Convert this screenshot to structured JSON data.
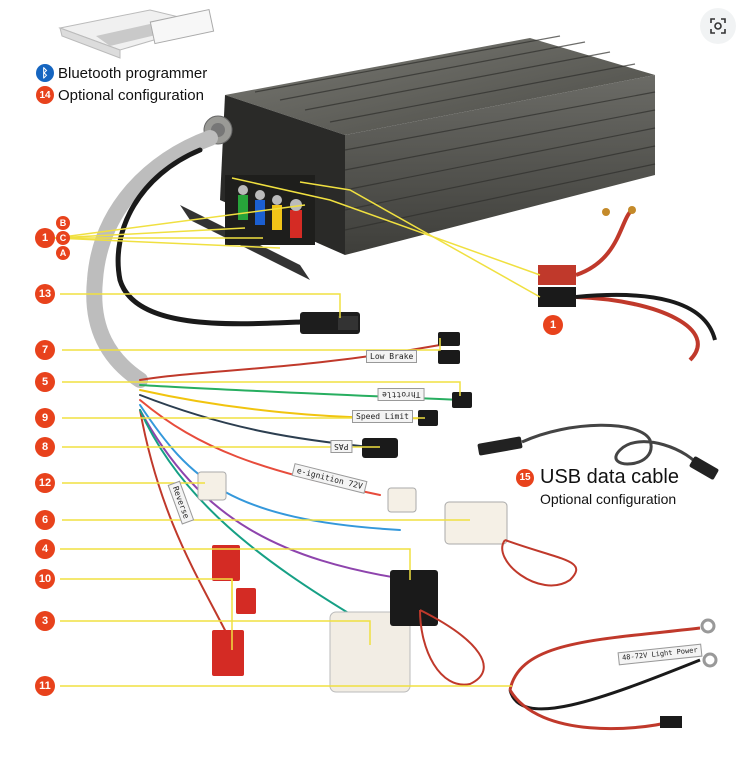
{
  "legend": {
    "bluetooth_label": "Bluetooth programmer",
    "optional_badge": "14",
    "optional_label": "Optional configuration"
  },
  "usb": {
    "badge": "15",
    "title": "USB data cable",
    "subtitle": "Optional configuration"
  },
  "callouts": {
    "c1": "1",
    "c13": "13",
    "c7": "7",
    "c5": "5",
    "c9": "9",
    "c8": "8",
    "c12": "12",
    "c6": "6",
    "c4": "4",
    "c10": "10",
    "c3": "3",
    "c11": "11",
    "c1_power": "1",
    "phase_b": "B",
    "phase_c": "C",
    "phase_a": "A"
  },
  "wire_tags": {
    "low_brake": "Low Brake",
    "throttle": "Throttle",
    "speed_limit": "Speed Limit",
    "pas": "PAS",
    "ignition": "e-ignition 72V",
    "reverse": "Reverse",
    "light_power": "48-72V Light Power"
  },
  "colors": {
    "leader_line": "#f0e040",
    "badge": "#e8421c",
    "bluetooth": "#1565c0",
    "controller_body": "#4a4a45"
  }
}
